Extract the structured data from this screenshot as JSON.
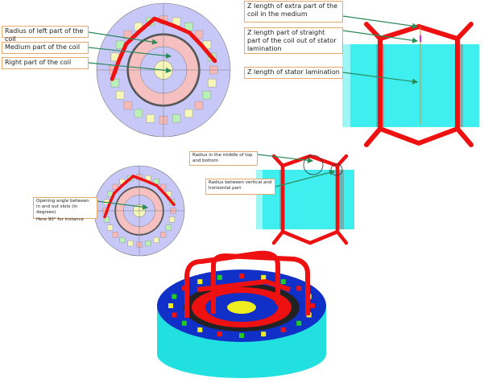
{
  "labels": {
    "radius_left": "Radius of left part of the coil",
    "medium_part": "Medium part of the coil",
    "right_part": "Right part of the coil",
    "z_extra": "Z length of extra part of the coil in the medium",
    "z_straight": "Z length part of straight part of the coil out of stator lamination",
    "z_stator": "Z length of stator lamination",
    "opening_angle": "Opening angle between in and out slots (in degrees)",
    "opening_example": "Here 90° for instance",
    "radius_middle": "Radius in the middle of top and bottom",
    "radius_between": "Radius between vertical and horizontal part"
  },
  "colors": {
    "coil": "#ee1111",
    "stator": "#c8c8f8",
    "lamination": "#22eeee",
    "arrow": "#2a8a5a",
    "label_border": "#e8a868"
  }
}
